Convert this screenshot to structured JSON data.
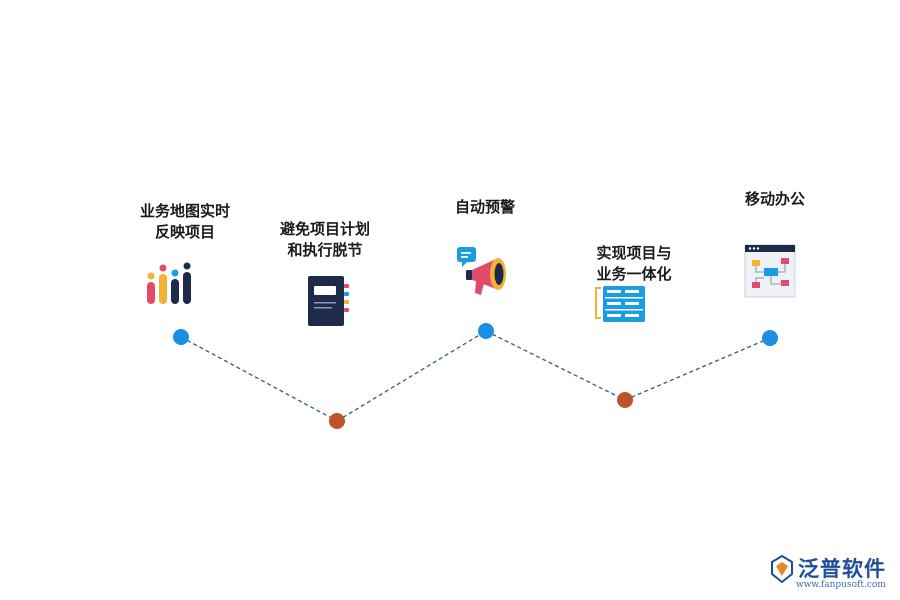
{
  "nodes": [
    {
      "id": "n1",
      "label": "业务地图实时\n反映项目",
      "icon": "bar-chart-icon",
      "marker_color": "#1a8fe3"
    },
    {
      "id": "n2",
      "label": "避免项目计划\n和执行脱节",
      "icon": "notebook-icon",
      "marker_color": "#c0522a"
    },
    {
      "id": "n3",
      "label": "自动预警",
      "icon": "megaphone-icon",
      "marker_color": "#1a8fe3"
    },
    {
      "id": "n4",
      "label": "实现项目与\n业务一体化",
      "icon": "server-rack-icon",
      "marker_color": "#c0522a"
    },
    {
      "id": "n5",
      "label": "移动办公",
      "icon": "flowchart-window-icon",
      "marker_color": "#1a8fe3"
    }
  ],
  "connector": {
    "style": "dashed",
    "color": "#2e5f7a"
  },
  "brand": {
    "name": "泛普软件",
    "url": "www.fanpusoft.com",
    "color": "#1f4e97"
  }
}
